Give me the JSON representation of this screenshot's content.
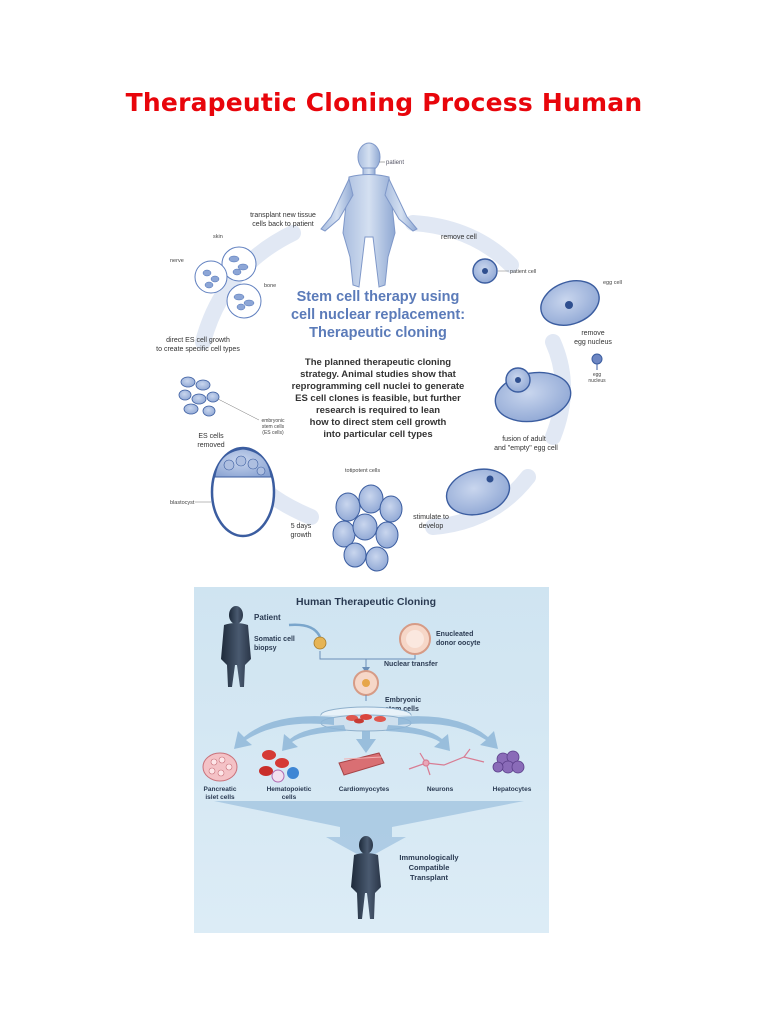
{
  "page": {
    "title": "Therapeutic Cloning Process Human"
  },
  "figure1": {
    "center_title": [
      "Stem cell therapy using",
      "cell nuclear replacement:",
      "Therapeutic cloning"
    ],
    "center_text": [
      "The planned therapeutic cloning",
      "strategy. Animal studies show that",
      "reprogramming cell nuclei to generate",
      "ES cell clones is feasible, but further",
      "research is required to lean",
      "how to direct stem cell growth",
      "into particular cell types"
    ],
    "labels": {
      "patient": "patient",
      "transplant_1": "transplant new tissue",
      "transplant_2": "cells back to patient",
      "remove_cell": "remove cell",
      "patient_cell": "patient cell",
      "egg_cell": "egg cell",
      "remove_nucleus_1": "remove",
      "remove_nucleus_2": "egg nucleus",
      "egg_nucleus_1": "egg",
      "egg_nucleus_2": "nucleus",
      "fusion_1": "fusion of adult",
      "fusion_2": "and \"empty\" egg cell",
      "stimulate_1": "stimulate to",
      "stimulate_2": "develop",
      "totipotent": "totipotent cells",
      "growth_1": "5 days",
      "growth_2": "growth",
      "blastocyst": "blastocyst",
      "es_removed_1": "ES cells",
      "es_removed_2": "removed",
      "embryonic_1": "embryonic",
      "embryonic_2": "stem cells",
      "embryonic_3": "(ES cells)",
      "direct_1": "direct ES cell growth",
      "direct_2": "to create specific cell types",
      "skin": "skin",
      "nerve": "nerve",
      "bone": "bone"
    }
  },
  "figure2": {
    "title": "Human Therapeutic Cloning",
    "patient": "Patient",
    "somatic_1": "Somatic cell",
    "somatic_2": "biopsy",
    "enucleated_1": "Enucleated",
    "enucleated_2": "donor oocyte",
    "nuclear_transfer": "Nuclear transfer",
    "embryonic_1": "Embryonic",
    "embryonic_2": "stem cells",
    "cell_types": [
      {
        "line1": "Pancreatic",
        "line2": "islet cells"
      },
      {
        "line1": "Hematopoietic",
        "line2": "cells"
      },
      {
        "line1": "Cardiomyocytes",
        "line2": ""
      },
      {
        "line1": "Neurons",
        "line2": ""
      },
      {
        "line1": "Hepatocytes",
        "line2": ""
      }
    ],
    "transplant_1": "Immunologically",
    "transplant_2": "Compatible",
    "transplant_3": "Transplant"
  },
  "colors": {
    "title_red": "#e8050b",
    "figure1_blue": "#4a6fb5",
    "figure1_arrow": "#dde6f3",
    "figure2_bg": "#d6e9f4",
    "figure2_text": "#2a3a52"
  }
}
